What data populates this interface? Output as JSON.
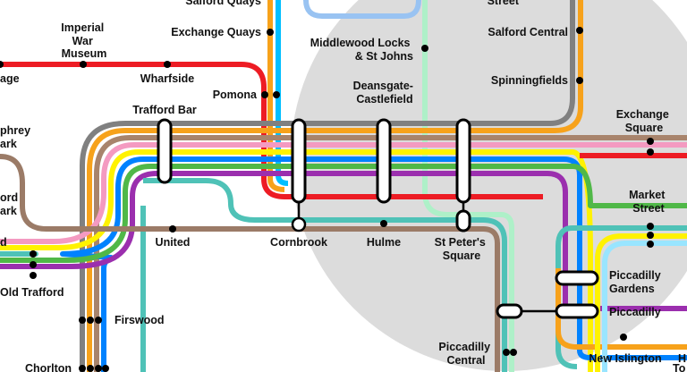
{
  "colors": {
    "background": "#ffffff",
    "city_zone": "#dcdcdc",
    "airport_line": "#ed1c24",
    "east_didsbury_line": "#00bfff",
    "eccles_line": "#f7a21b",
    "ashton_line": "#00b2ff",
    "altrincham_line": "#50b848",
    "bury_line": "#fff200",
    "rochdale_line": "#f49ac1",
    "trafford_park_line": "#a8846c",
    "metrolink_grey": "#808080",
    "trafford_branch_brown": "#9b7b67",
    "purple_line": "#9b2fae",
    "teal_line": "#4fc2b7",
    "mint_line": "#aef0c8",
    "lightblue_line": "#99c3f2"
  },
  "stations": {
    "salford_quays": "Salford Quays",
    "exchange_quays": "Exchange Quays",
    "imperial_war_museum": [
      "Imperial",
      "War",
      "Museum"
    ],
    "wharfside": "Wharfside",
    "pomona": "Pomona",
    "trafford_bar": "Trafford Bar",
    "middlewood_locks": [
      "Middlewood Locks",
      "& St Johns"
    ],
    "deansgate": [
      "Deansgate-",
      "Castlefield"
    ],
    "salford_central": "Salford Central",
    "spinningfields": "Spinningfields",
    "street_partial": "Street",
    "exchange_square": [
      "Exchange",
      "Square"
    ],
    "market_street": [
      "Market",
      "Street"
    ],
    "piccadilly_gardens": [
      "Piccadilly",
      "Gardens"
    ],
    "piccadilly": "Piccadilly",
    "new_islington": "New Islington",
    "piccadilly_central": [
      "Piccadilly",
      "Central"
    ],
    "st_peters_square": [
      "St Peter's",
      "Square"
    ],
    "cornbrook": "Cornbrook",
    "hulme": "Hulme",
    "united": "United",
    "old_trafford": "Old Trafford",
    "firswood": "Firswood",
    "chorlton": "Chorlton",
    "partial_age": "age",
    "partial_humphrey_park": [
      "phrey",
      "ark"
    ],
    "partial_trafford_park": [
      "ord",
      "ark"
    ],
    "partial_d": "d",
    "partial_h": "H",
    "partial_to": "To"
  }
}
